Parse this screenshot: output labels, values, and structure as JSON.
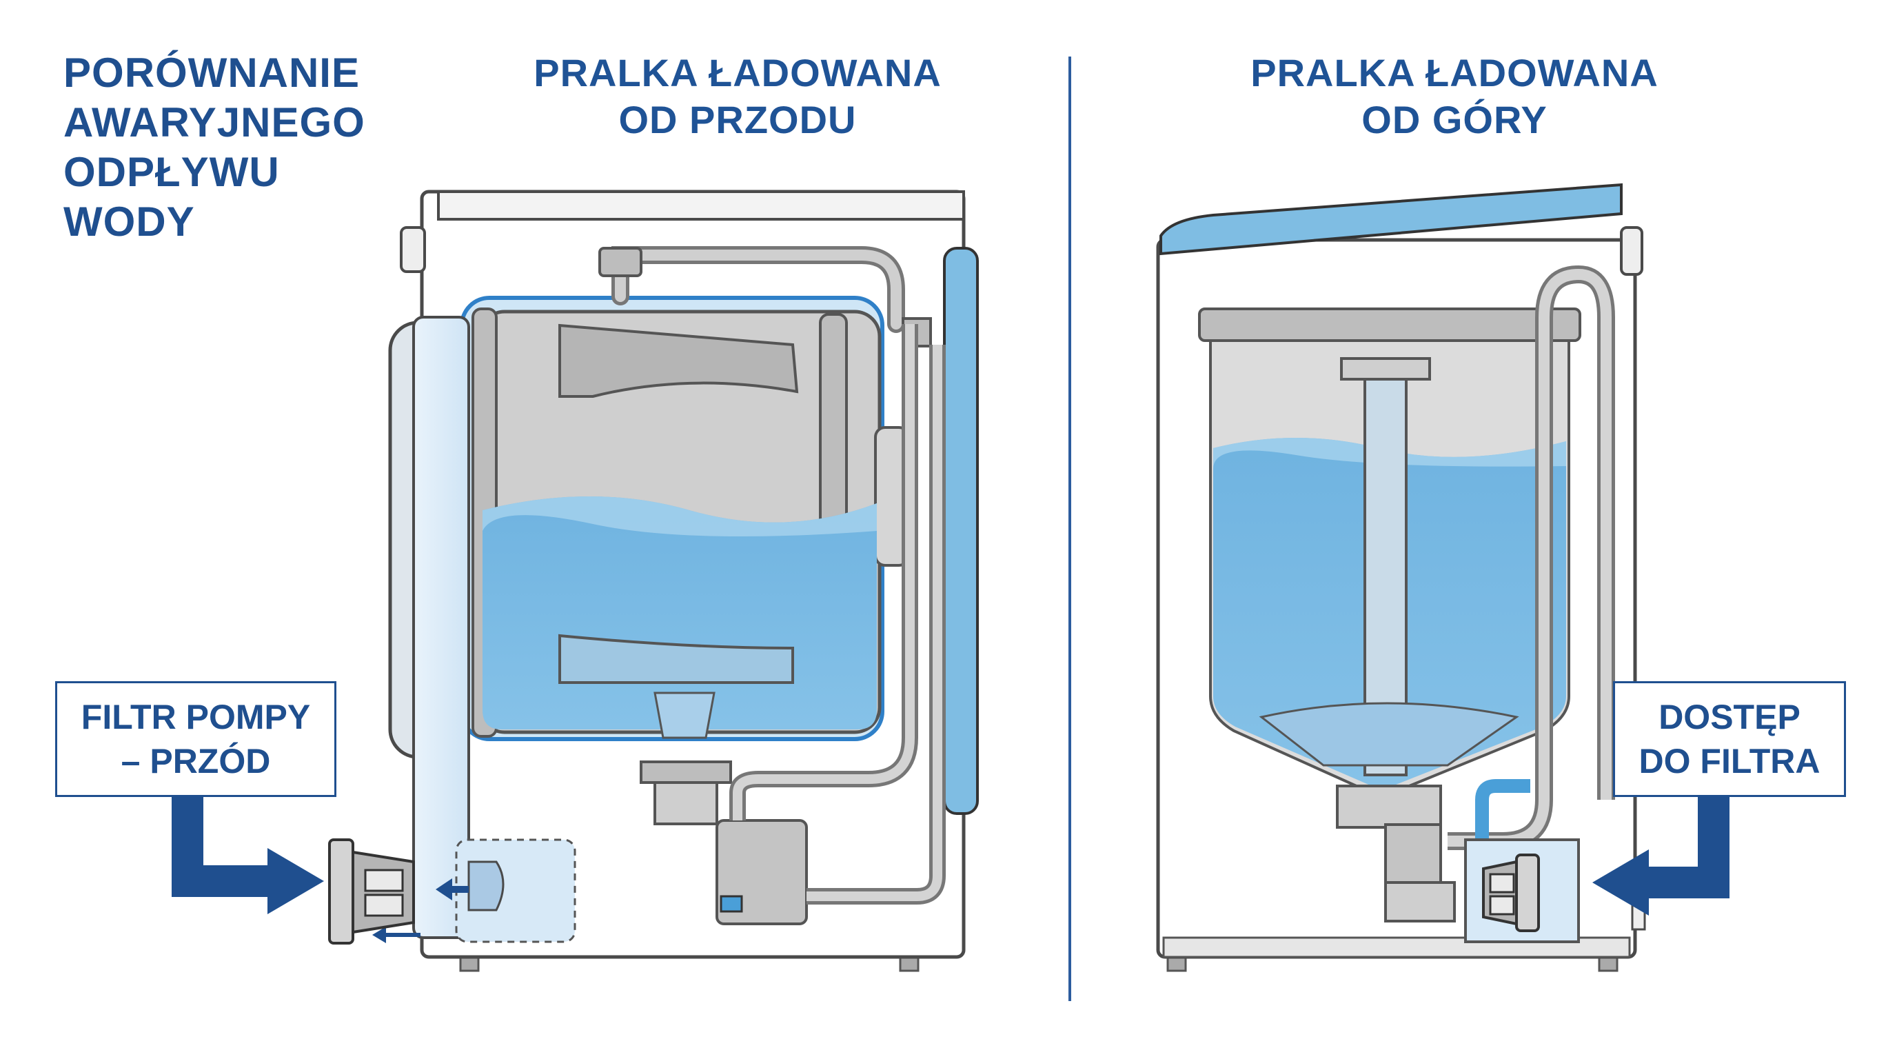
{
  "title": {
    "lines": [
      "PORÓWNANIE",
      "AWARYJNEGO",
      "ODPŁYWU",
      "WODY"
    ]
  },
  "panels": {
    "front_load": {
      "header": [
        "PRALKA ŁADOWANA",
        "OD PRZODU"
      ],
      "callout": [
        "FILTR POMPY",
        "– PRZÓD"
      ]
    },
    "top_load": {
      "header": [
        "PRALKA ŁADOWANA",
        "OD GÓRY"
      ],
      "callout": [
        "DOSTĘP",
        "DO FILTRA"
      ]
    }
  },
  "colors": {
    "brand_blue": "#1f4f8f",
    "water": "#7fbde3",
    "water_dark": "#4a9fd8",
    "tub_gray": "#cfcfcf",
    "outline": "#444444"
  }
}
